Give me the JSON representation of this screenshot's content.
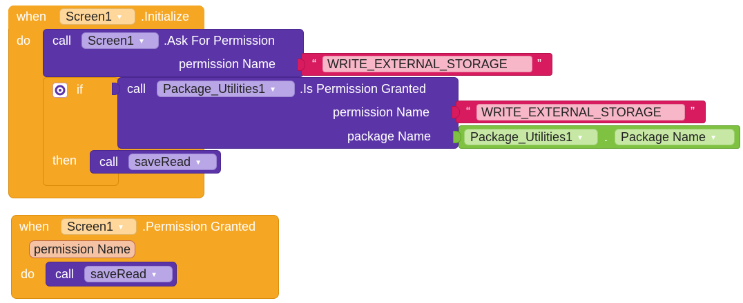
{
  "event1": {
    "when": "when",
    "component": "Screen1",
    "event": ".Initialize",
    "do": "do"
  },
  "ask_block": {
    "call": "call",
    "component": "Screen1",
    "method": ".Ask For Permission",
    "param_label": "permission Name",
    "param_value": "WRITE_EXTERNAL_STORAGE"
  },
  "if_block": {
    "if": "if",
    "then": "then"
  },
  "granted_block": {
    "call": "call",
    "component": "Package_Utilities1",
    "method": ".Is Permission Granted",
    "param1_label": "permission Name",
    "param1_value": "WRITE_EXTERNAL_STORAGE",
    "param2_label": "package Name",
    "pkg_component": "Package_Utilities1",
    "pkg_dot": ".",
    "pkg_property": "Package Name"
  },
  "call_save1": {
    "call": "call",
    "procedure": "saveRead"
  },
  "event2": {
    "when": "when",
    "component": "Screen1",
    "event": ".Permission Granted",
    "param": "permission Name",
    "do": "do"
  },
  "call_save2": {
    "call": "call",
    "procedure": "saveRead"
  },
  "quotes": {
    "open": "“",
    "close": "”"
  },
  "colors": {
    "event": "#f5a623",
    "procedure": "#5b34a8",
    "text": "#d81b5f",
    "component": "#7fc242"
  },
  "icons": {
    "dropdown": "▼",
    "mutator": "gear-icon"
  }
}
